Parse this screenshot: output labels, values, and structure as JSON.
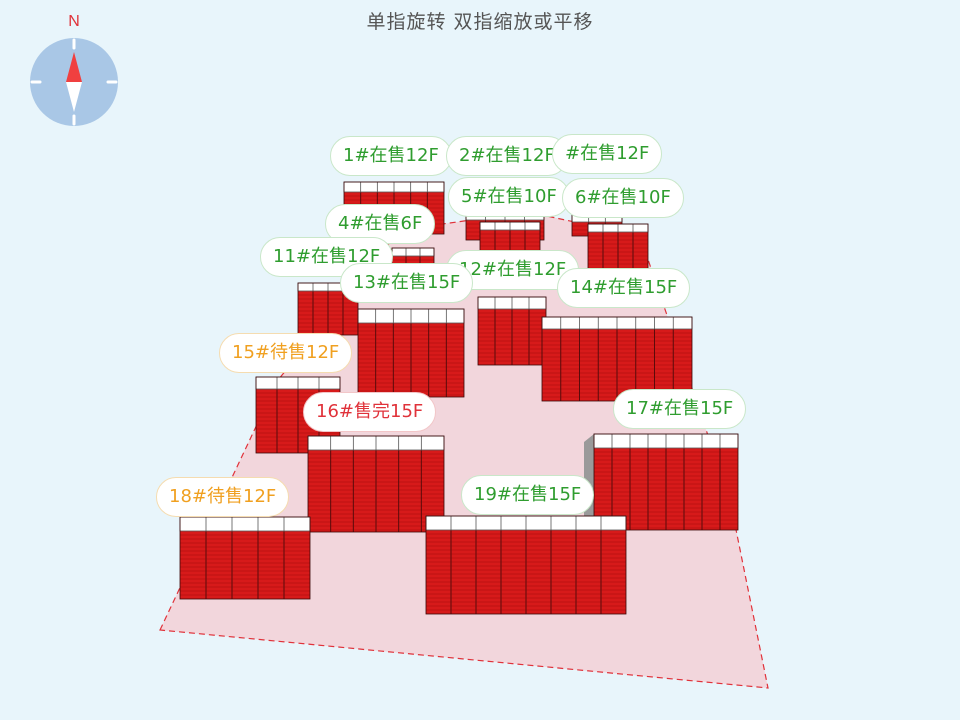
{
  "hint": "单指旋转 双指缩放或平移",
  "compass": {
    "north_label": "N",
    "icon": "compass-icon"
  },
  "colors": {
    "background": "#e8f5fb",
    "site": "#f2d6dc",
    "site_border": "#e0323a",
    "building_side": "#d71a1a",
    "building_top": "#ffffff",
    "status_on_sale": "#2f9d2f",
    "status_pending": "#f0a020",
    "status_sold_out": "#e0323a"
  },
  "buildings": [
    {
      "id": "b1",
      "label": "1#在售12F",
      "status": "sale"
    },
    {
      "id": "b2",
      "label": "2#在售12F",
      "status": "sale"
    },
    {
      "id": "b3",
      "label": "#在售12F",
      "status": "sale"
    },
    {
      "id": "b5",
      "label": "5#在售10F",
      "status": "sale"
    },
    {
      "id": "b6",
      "label": "6#在售10F",
      "status": "sale"
    },
    {
      "id": "b4",
      "label": "4#在售6F",
      "status": "sale"
    },
    {
      "id": "b11",
      "label": "11#在售12F",
      "status": "sale"
    },
    {
      "id": "b12",
      "label": "12#在售12F",
      "status": "sale"
    },
    {
      "id": "b13",
      "label": "13#在售15F",
      "status": "sale"
    },
    {
      "id": "b14",
      "label": "14#在售15F",
      "status": "sale"
    },
    {
      "id": "b15",
      "label": "15#待售12F",
      "status": "soon"
    },
    {
      "id": "b16",
      "label": "16#售完15F",
      "status": "sold"
    },
    {
      "id": "b17",
      "label": "17#在售15F",
      "status": "sale"
    },
    {
      "id": "b18",
      "label": "18#待售12F",
      "status": "soon"
    },
    {
      "id": "b19",
      "label": "19#在售15F",
      "status": "sale"
    }
  ]
}
